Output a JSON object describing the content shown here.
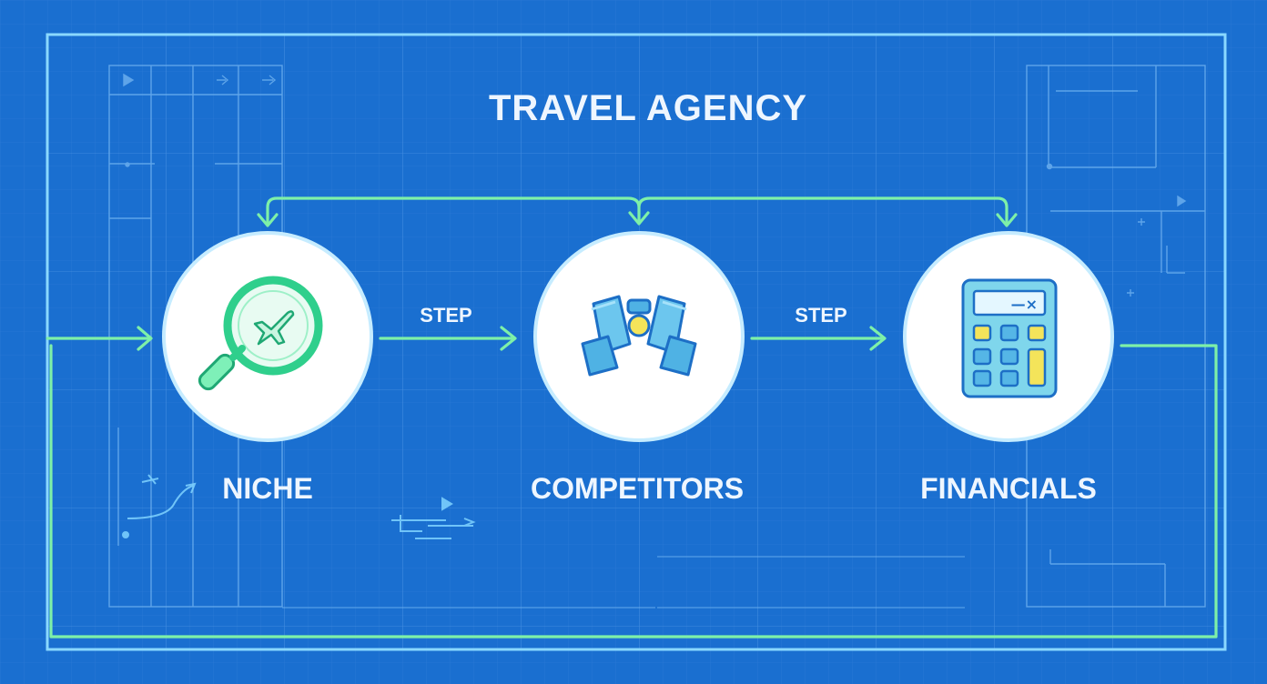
{
  "title": "TRAVEL AGENCY",
  "steps": [
    {
      "label": "NICHE",
      "icon": "magnifier-airplane-icon"
    },
    {
      "label": "COMPETITORS",
      "icon": "binoculars-icon"
    },
    {
      "label": "FINANCIALS",
      "icon": "calculator-icon"
    }
  ],
  "connectors": [
    {
      "label": "STEP"
    },
    {
      "label": "STEP"
    }
  ],
  "calculator_display": "—×",
  "colors": {
    "background": "#1a6fd0",
    "grid": "#4f95e4",
    "frame": "#7fd3ff",
    "flow": "#7ef0a8",
    "circle_fill": "#ffffff",
    "circle_stroke": "#bfe6ff",
    "icon_green": "#2fcf8c",
    "icon_blue": "#5fc4ea",
    "icon_yellow": "#f4e45a"
  }
}
